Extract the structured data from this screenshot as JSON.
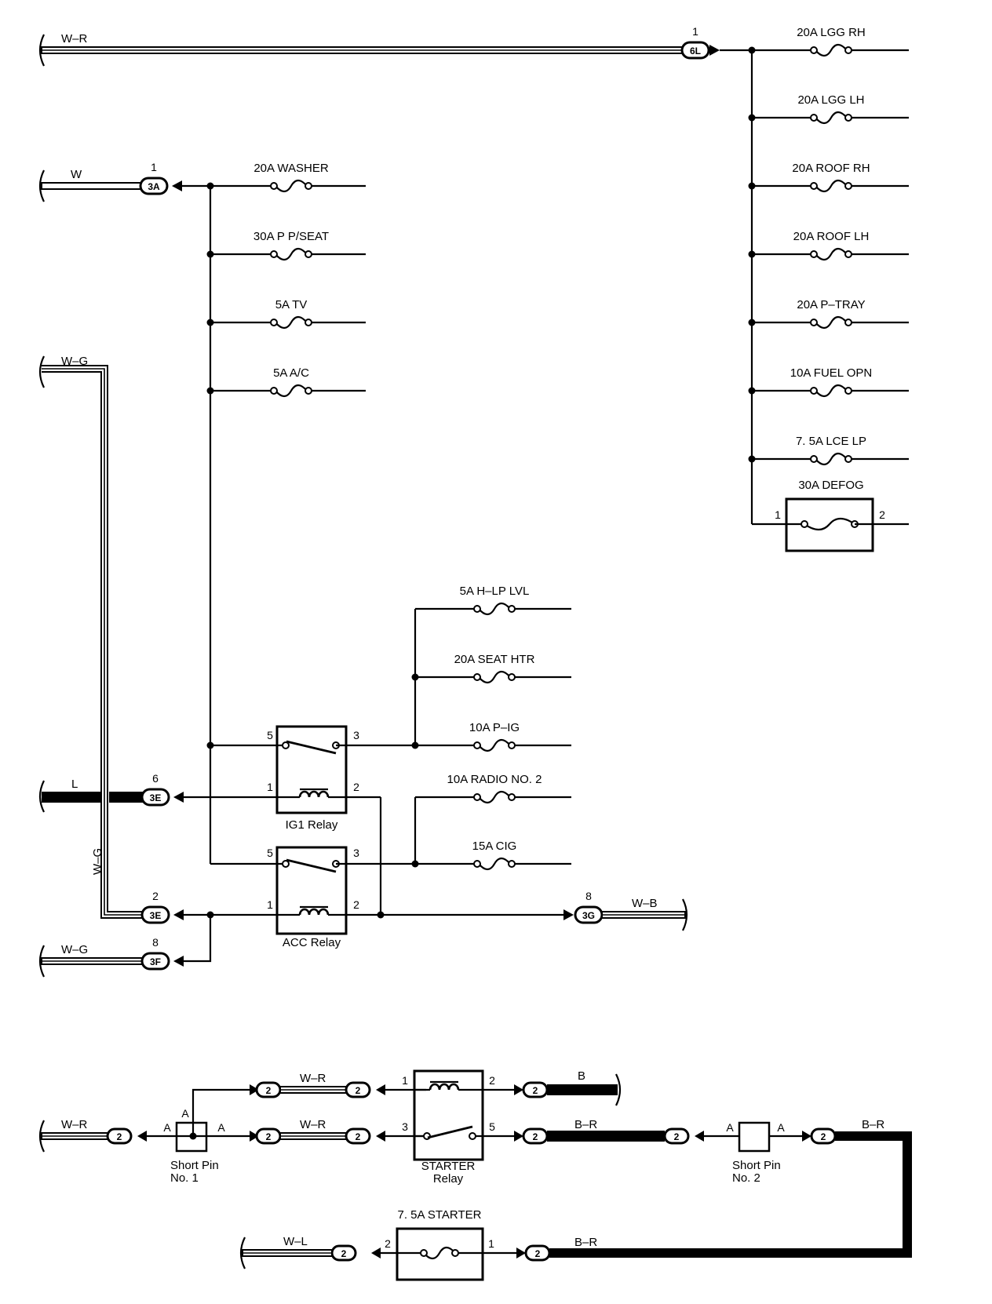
{
  "colors": {
    "ink": "#000000",
    "paper": "#ffffff"
  },
  "fuses_right": [
    "20A LGG RH",
    "20A LGG LH",
    "20A ROOF RH",
    "20A ROOF LH",
    "20A P–TRAY",
    "10A FUEL OPN",
    "7. 5A LCE LP"
  ],
  "defog": {
    "label": "30A DEFOG",
    "pin_in": "1",
    "pin_out": "2"
  },
  "fuses_left": [
    "20A WASHER",
    "30A P P/SEAT",
    "5A TV",
    "5A A/C"
  ],
  "fuses_mid": [
    "5A H–LP LVL",
    "20A SEAT HTR",
    "10A P–IG",
    "10A RADIO NO. 2",
    "15A CIG"
  ],
  "wires": {
    "top": "W–R",
    "w": "W",
    "wg_top": "W–G",
    "l": "L",
    "wg_vertical": "W–G",
    "wg_bottom": "W–G",
    "wb": "W–B",
    "bottom_wr": "W–R",
    "wr1": "W–R",
    "wr2": "W–R",
    "b": "B",
    "br1": "B–R",
    "br2": "B–R",
    "br3": "B–R",
    "wl": "W–L"
  },
  "connectors": {
    "c6L": {
      "id": "6L",
      "pin": "1"
    },
    "c3A": {
      "id": "3A",
      "pin": "1"
    },
    "c3E_top": {
      "id": "3E",
      "pin": "6"
    },
    "c3E_bot": {
      "id": "3E",
      "pin": "2"
    },
    "c3F": {
      "id": "3F",
      "pin": "8"
    },
    "c3G": {
      "id": "3G",
      "pin": "8"
    },
    "bottom_pin": "2"
  },
  "relays": {
    "ig1": {
      "label": "IG1 Relay",
      "p5": "5",
      "p3": "3",
      "p1": "1",
      "p2": "2"
    },
    "acc": {
      "label": "ACC Relay",
      "p5": "5",
      "p3": "3",
      "p1": "1",
      "p2": "2"
    },
    "starter": {
      "label_1": "STARTER",
      "label_2": "Relay",
      "p1": "1",
      "p2": "2",
      "p3": "3",
      "p5": "5"
    }
  },
  "short_pins": {
    "no1": {
      "label_1": "Short Pin",
      "label_2": "No. 1",
      "a_top": "A",
      "a_left": "A",
      "a_right": "A"
    },
    "no2": {
      "label_1": "Short Pin",
      "label_2": "No. 2",
      "a_left": "A",
      "a_right": "A"
    }
  },
  "starter_fuse": {
    "label": "7. 5A STARTER",
    "pin_left": "2",
    "pin_right": "1"
  }
}
